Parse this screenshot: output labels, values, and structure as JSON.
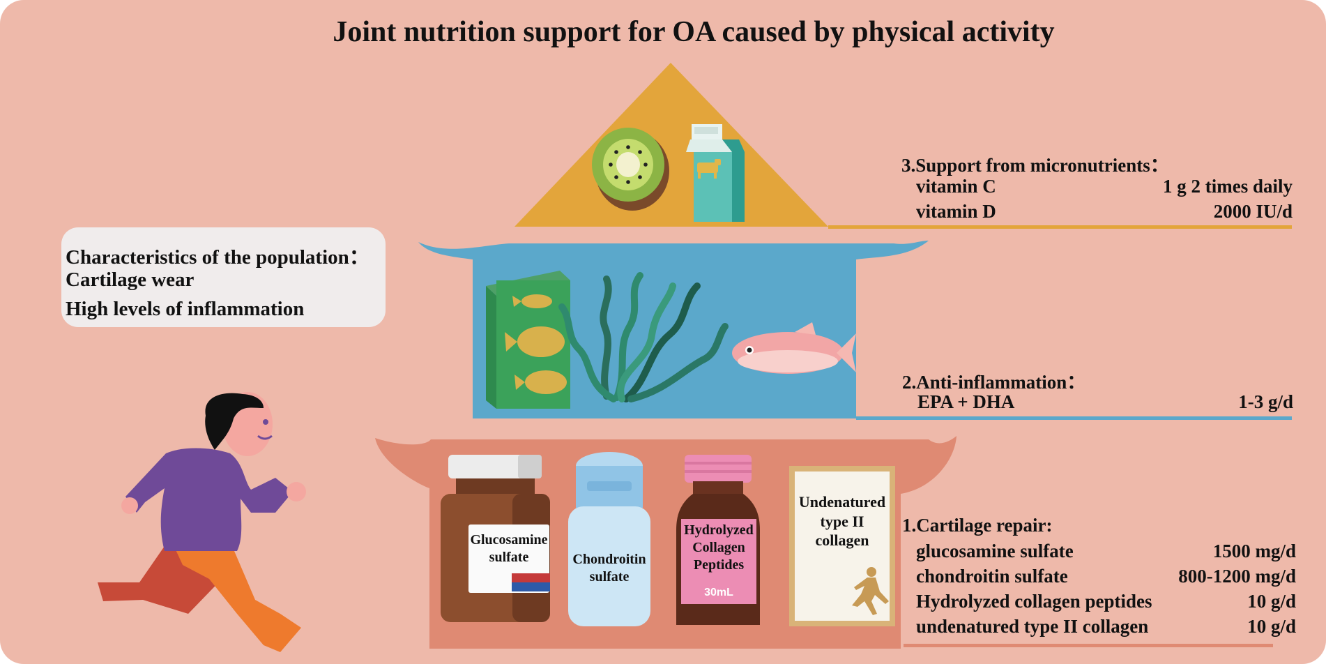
{
  "title": "Joint nutrition support for OA caused by physical activity",
  "population": {
    "heading": "Characteristics of the population：",
    "items": [
      "Cartilage wear",
      "High levels of inflammation"
    ]
  },
  "micronutrients": {
    "heading": "3.Support from micronutrients：",
    "rows": [
      {
        "label": "vitamin C",
        "value": "1 g 2 times daily"
      },
      {
        "label": "vitamin D",
        "value": "2000 IU/d"
      }
    ]
  },
  "anti_inflammation": {
    "heading": "2.Anti-inflammation：",
    "rows": [
      {
        "label": "EPA + DHA",
        "value": "1-3 g/d"
      }
    ]
  },
  "cartilage_repair": {
    "heading": "1.Cartilage repair:",
    "rows": [
      {
        "label": "glucosamine sulfate",
        "value": "1500 mg/d"
      },
      {
        "label": "chondroitin sulfate",
        "value": "800-1200 mg/d"
      },
      {
        "label": "Hydrolyzed collagen peptides",
        "value": "10 g/d"
      },
      {
        "label": "undenatured type II collagen",
        "value": "10 g/d"
      }
    ]
  },
  "products": {
    "glucosamine": "Glucosamine sulfate",
    "chondroitin": "Chondroitin sulfate",
    "collagen_peptides": "Hydrolyzed Collagen Peptides",
    "collagen_volume": "30mL",
    "type2": "Undenatured type II collagen"
  },
  "colors": {
    "background": "#eeb9aa",
    "roof": "#e3a53b",
    "middle_tier": "#5ba8cb",
    "base_tier": "#df8a73",
    "runner_shirt": "#6f4a98",
    "runner_pants": "#ee7a2d"
  }
}
